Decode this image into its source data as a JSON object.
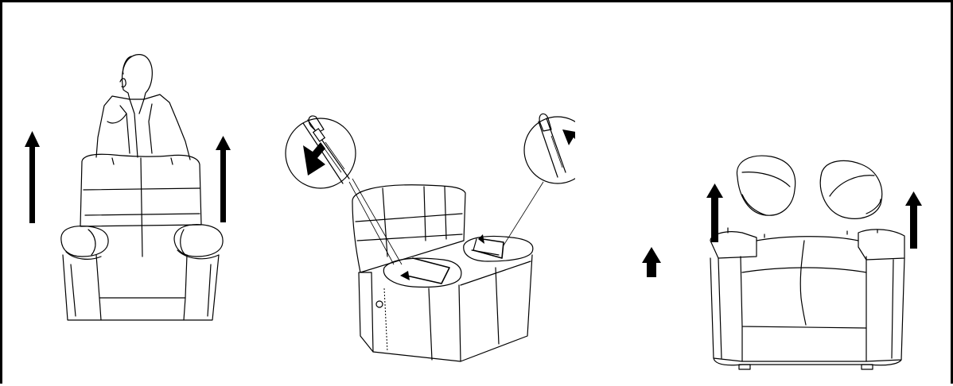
{
  "figure": {
    "panels": [
      {
        "id": "lift-back",
        "arrows": 2
      },
      {
        "id": "unzip-arms",
        "arrows": 4
      },
      {
        "id": "lift-arm-caps",
        "arrows": 3
      }
    ],
    "arrow_color": "#000000",
    "line_color": "#000000"
  }
}
